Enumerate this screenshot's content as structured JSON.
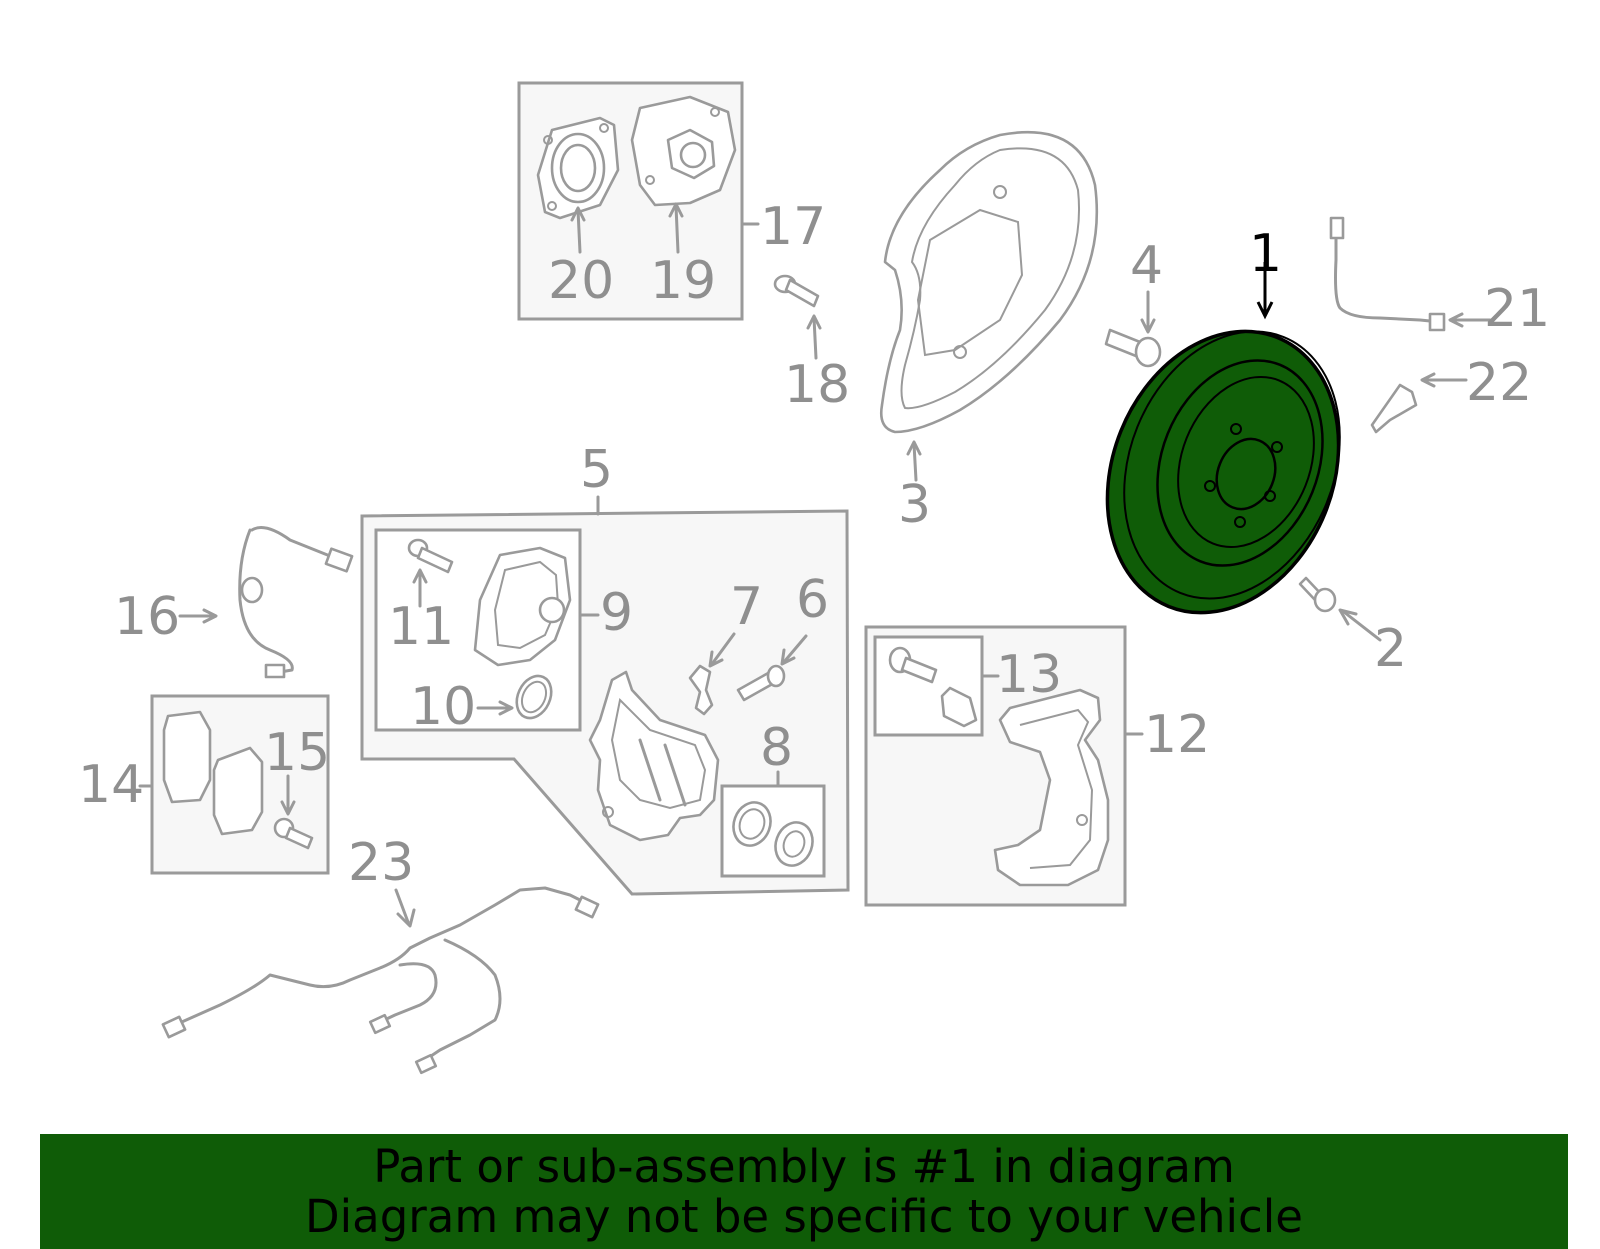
{
  "callouts": {
    "c1": "1",
    "c2": "2",
    "c3": "3",
    "c4": "4",
    "c5": "5",
    "c6": "6",
    "c7": "7",
    "c8": "8",
    "c9": "9",
    "c10": "10",
    "c11": "11",
    "c12": "12",
    "c13": "13",
    "c14": "14",
    "c15": "15",
    "c16": "16",
    "c17": "17",
    "c18": "18",
    "c19": "19",
    "c20": "20",
    "c21": "21",
    "c22": "22",
    "c23": "23"
  },
  "highlight": {
    "part": "1",
    "color": "#0f5c07"
  },
  "banner": {
    "line1": "Part or sub-assembly is #1 in diagram",
    "line2": "Diagram may not be specific to your vehicle",
    "background": "#0f5c07"
  }
}
